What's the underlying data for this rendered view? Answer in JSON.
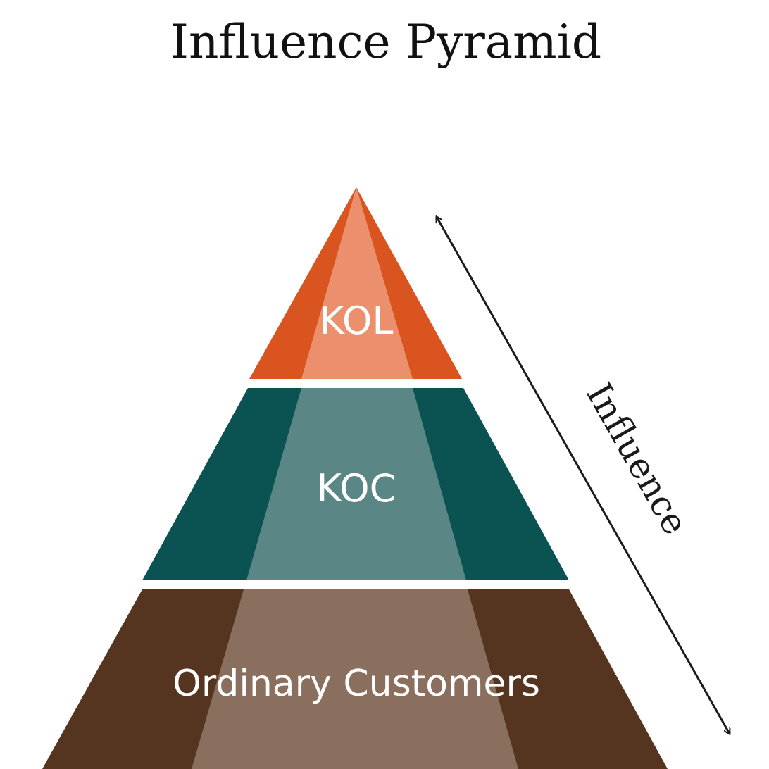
{
  "title": "Influence Pyramid",
  "tiers": [
    {
      "label": "KOL",
      "color": "#d9541e",
      "highlight": "#eb8f6c"
    },
    {
      "label": "KOC",
      "color": "#0b5352",
      "highlight": "#5a8786"
    },
    {
      "label": "Ordinary Customers",
      "color": "#553520",
      "highlight": "#8a6f5f"
    }
  ],
  "arrow": {
    "label": "Influence",
    "color": "#1a1a1a"
  }
}
